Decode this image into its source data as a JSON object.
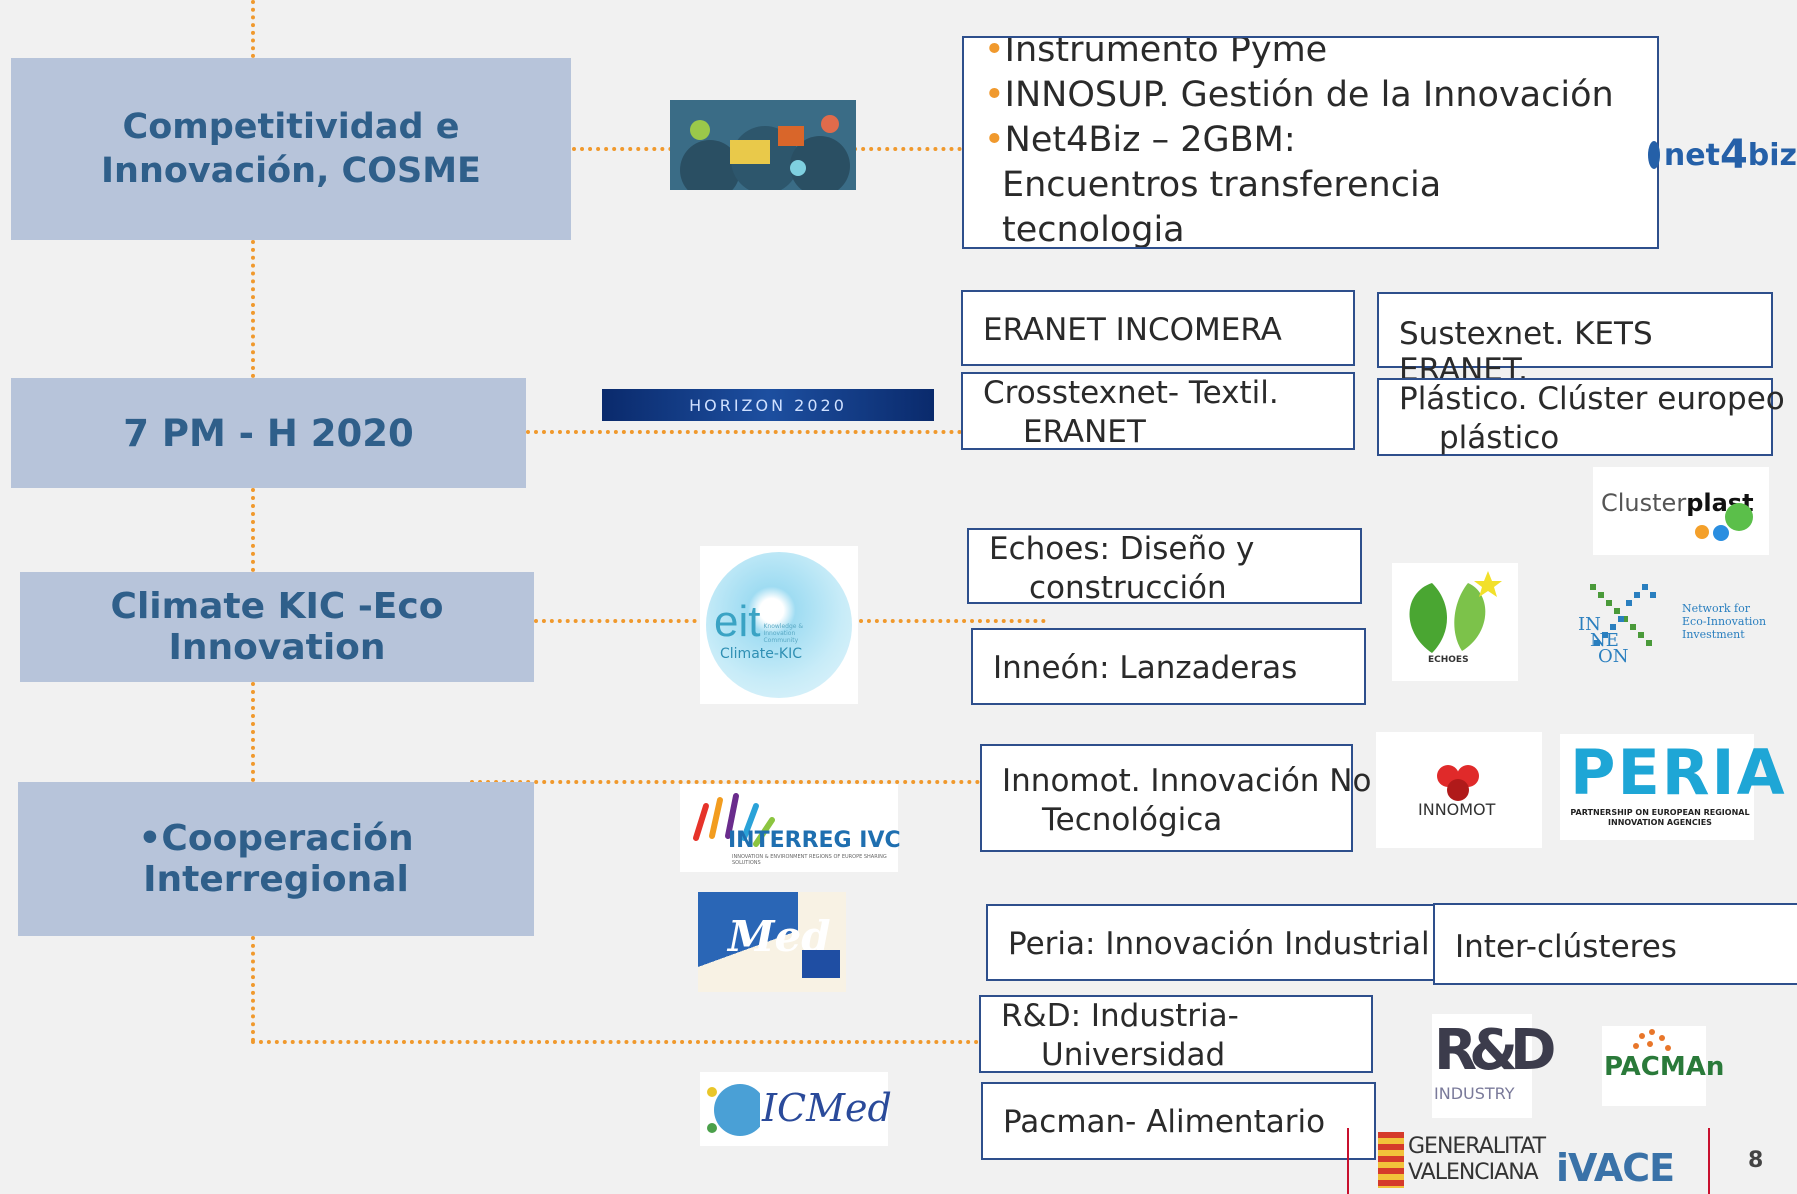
{
  "programs": {
    "cosme": "Competitividad e Innovación, COSME",
    "h2020": "7 PM - H 2020",
    "climate": "Climate KIC -Eco Innovation",
    "interreg": "•Cooperación Interregional"
  },
  "cosme_items": [
    "Instrumento Pyme",
    "INNOSUP. Gestión de la Innovación",
    "Net4Biz – 2GBM: Encuentros transferencia tecnologia"
  ],
  "boxes": {
    "incomera": "ERANET INCOMERA",
    "sustexnet": "Sustexnet. KETS ERANET.",
    "crosstexnet_1": "Crosstexnet- Textil.",
    "crosstexnet_2": "ERANET",
    "plastico_1": "Plástico. Clúster europeo",
    "plastico_2": "plástico",
    "echoes_1": "Echoes: Diseño y",
    "echoes_2": "construcción",
    "inneon": "Inneón: Lanzaderas",
    "innomot_1": "Innomot. Innovación No",
    "innomot_2": "Tecnológica",
    "peria": "Peria: Innovación Industrial",
    "interclusteres": "Inter-clústeres",
    "rd_1": "R&D: Industria-",
    "rd_2": "Universidad",
    "pacman": "Pacman- Alimentario"
  },
  "logos": {
    "net4biz_pre": "net",
    "net4biz_num": "4",
    "net4biz_post": "biz",
    "horizon": "HORIZON 2020",
    "eit": "eit",
    "eit_small": "Knowledge & Innovation Community",
    "climate_kic": "Climate-KIC",
    "interreg": "INTERREG IVC",
    "interreg_small": "INNOVATION & ENVIRONMENT REGIONS OF EUROPE SHARING SOLUTIONS",
    "med": "Med",
    "icmed": "ICMed",
    "clusterplast_a": "Cluster",
    "clusterplast_b": "plast",
    "echoes": "ECHOES",
    "inneon_1": "IN",
    "inneon_2": "NE",
    "inneon_3": "ON",
    "inneon_note": "Network for Eco-Innovation Investment",
    "innomot": "INNOMOT",
    "peria_big": "PERIA",
    "peria_small": "PARTNERSHIP ON EUROPEAN REGIONAL INNOVATION AGENCIES",
    "rd_big": "R&D",
    "rd_small": "INDUSTRY",
    "pacman": "PACMAn",
    "generalitat_1": "GENERALITAT",
    "generalitat_2": "VALENCIANA",
    "ivace": "iVACE"
  },
  "page_number": "8",
  "colors": {
    "accent": "#f0992d",
    "program_fill": "#b7c4da",
    "program_text": "#2f5f8a",
    "box_border": "#2e4f8c"
  }
}
